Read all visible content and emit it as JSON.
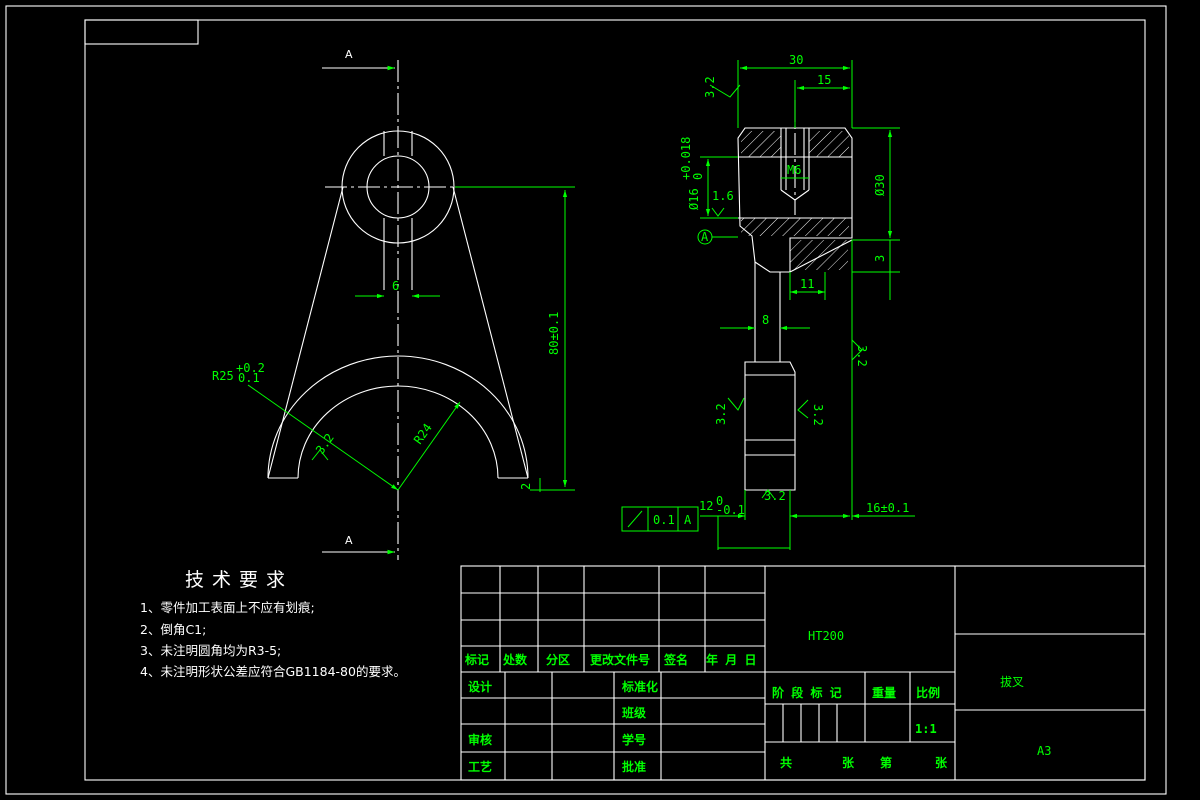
{
  "drawing": {
    "section_mark_top": "A",
    "section_mark_bottom": "A",
    "datum_label": "A",
    "front_view": {
      "dim_slot_width": "6",
      "dim_height": "80±0.1",
      "dim_outer_radius": "R25",
      "dim_outer_radius_tol_upper": "+0.2",
      "dim_outer_radius_tol_lower": "0.1",
      "dim_inner_radius": "R24",
      "dim_thickness": "2",
      "roughness_left": "3.2"
    },
    "side_view": {
      "dim_top_width": "30",
      "dim_half_width": "15",
      "dim_thread": "M6",
      "dim_bore": "Ø16",
      "dim_bore_tol_upper": "+0.018",
      "dim_bore_tol_lower": "0",
      "dim_diameter": "Ø30",
      "dim_flange": "3",
      "dim_step": "11",
      "dim_arm_width": "8",
      "dim_finger_width": "12",
      "dim_finger_tol_upper": "0",
      "dim_finger_tol_lower": "-0.1",
      "dim_offset": "16±0.1",
      "roughness_1_6": "1.6",
      "roughness_top": "3.2",
      "roughness_mid_left": "3.2",
      "roughness_mid_right": "3.2",
      "roughness_bottom": "3.2",
      "roughness_right": "3.2",
      "tolerance_frame_value": "0.1",
      "tolerance_frame_datum": "A"
    }
  },
  "tech_requirements": {
    "title": "技术要求",
    "items": [
      "1、零件加工表面上不应有划痕;",
      "2、倒角C1;",
      "3、未注明圆角均为R3-5;",
      "4、未注明形状公差应符合GB1184-80的要求。"
    ]
  },
  "title_block": {
    "material": "HT200",
    "part_name": "拔叉",
    "sheet_size": "A3",
    "scale_value": "1:1",
    "rev_headers": [
      "标记",
      "处数",
      "分区",
      "更改文件号",
      "签名",
      "年 月 日"
    ],
    "sign_rows": [
      {
        "left": "设计",
        "right": "标准化"
      },
      {
        "left": "",
        "right": "班级"
      },
      {
        "left": "审核",
        "right": "学号"
      },
      {
        "left": "工艺",
        "right": "批准"
      }
    ],
    "stage_label": "阶 段 标 记",
    "weight_label": "重量",
    "scale_label": "比例",
    "sheets_total": "共",
    "sheets_unit": "张",
    "sheet_no": "第",
    "sheet_no_unit": "张"
  }
}
